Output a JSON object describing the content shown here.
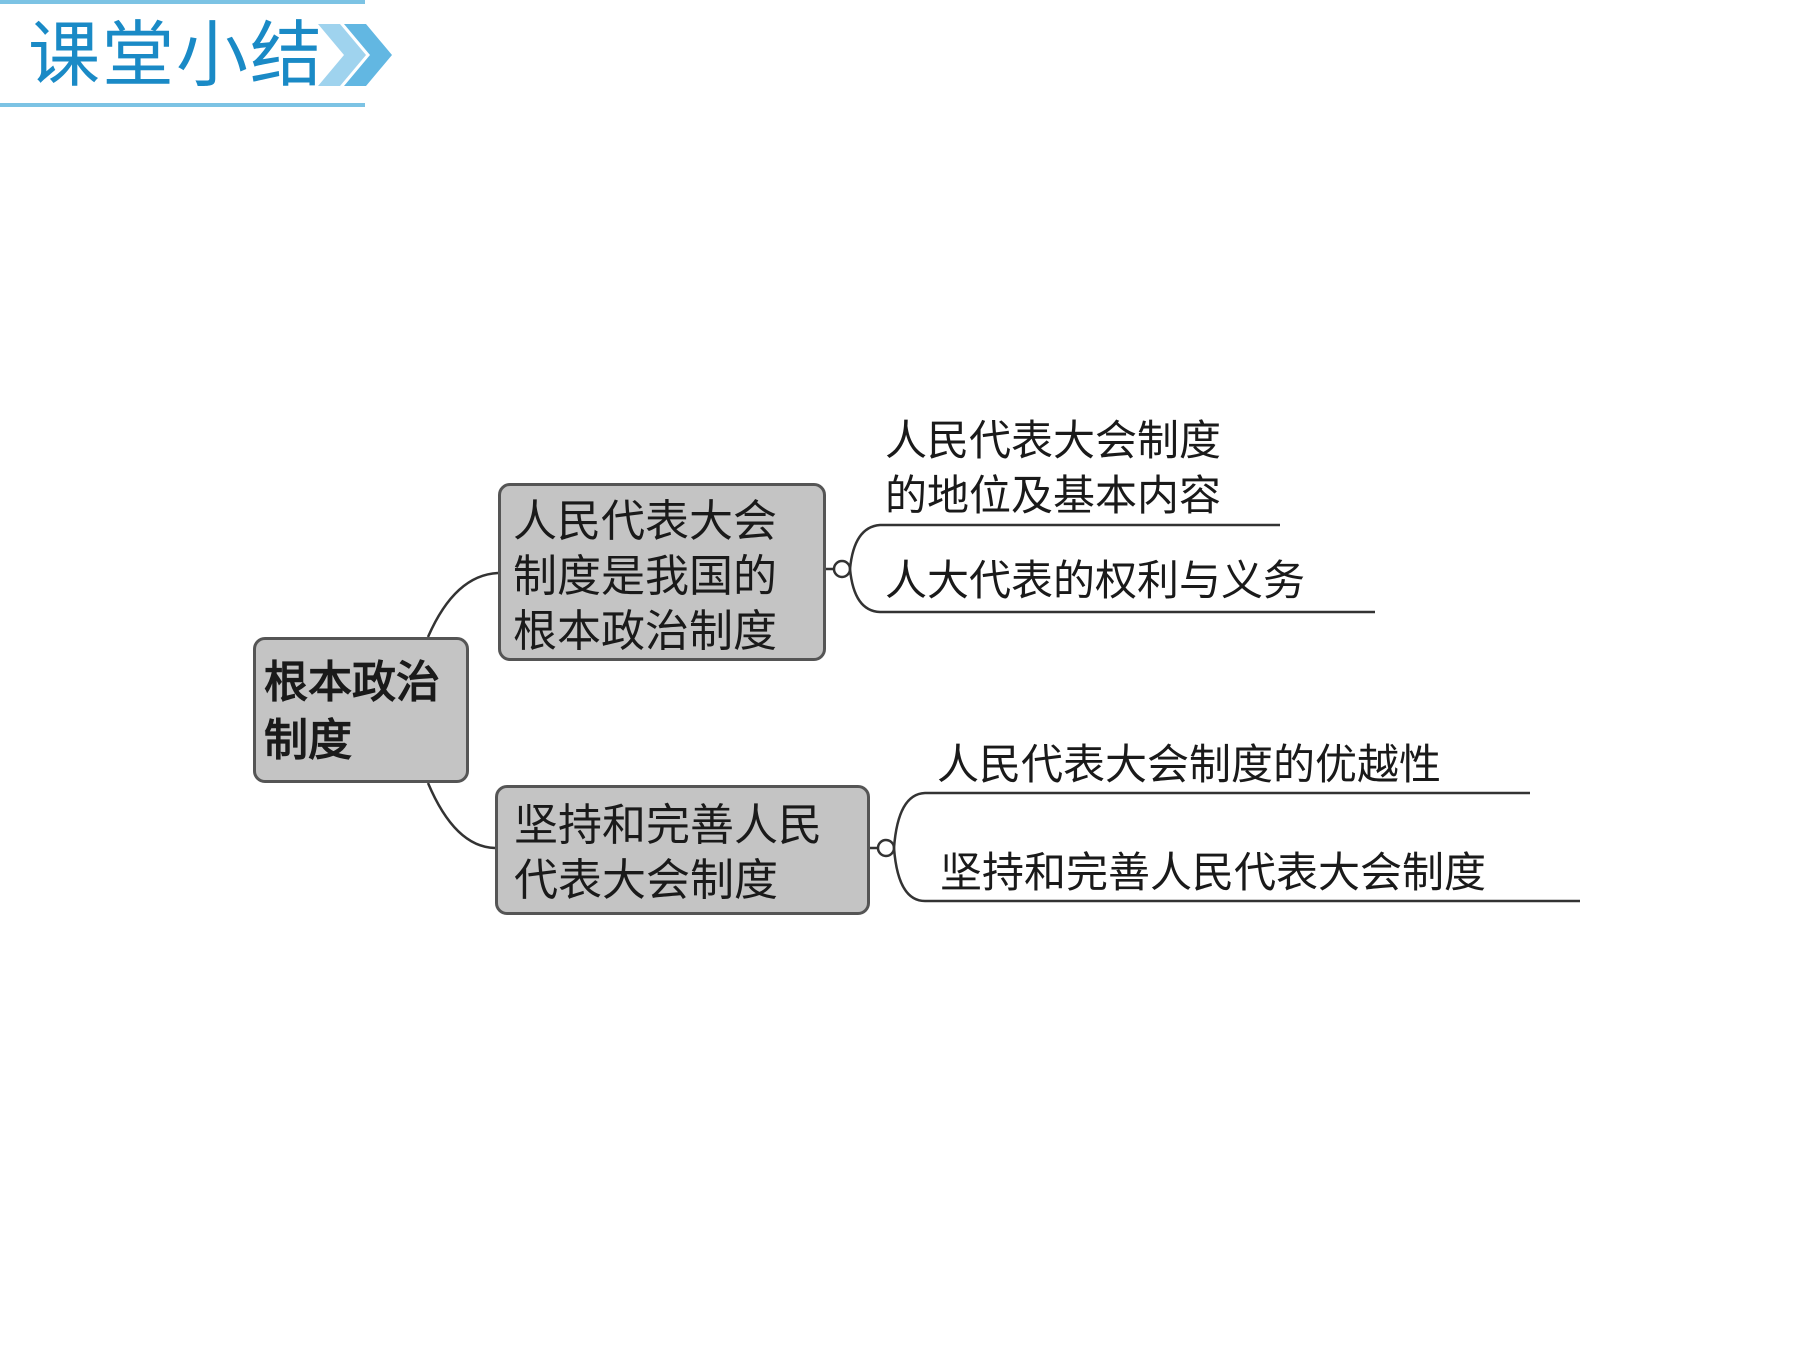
{
  "header": {
    "title": "课堂小结",
    "accent_color": "#1a8ac6",
    "chevron_icon": "double-chevron-right-icon"
  },
  "mindmap": {
    "root": {
      "label": "根本政治\n制度"
    },
    "branches": [
      {
        "label": "人民代表大会\n制度是我国的\n根本政治制度",
        "leaves": [
          {
            "label": "人民代表大会制度\n的地位及基本内容"
          },
          {
            "label": "人大代表的权利与义务"
          }
        ]
      },
      {
        "label": "坚持和完善人民\n代表大会制度",
        "leaves": [
          {
            "label": "人民代表大会制度的优越性"
          },
          {
            "label": "坚持和完善人民代表大会制度"
          }
        ]
      }
    ]
  }
}
